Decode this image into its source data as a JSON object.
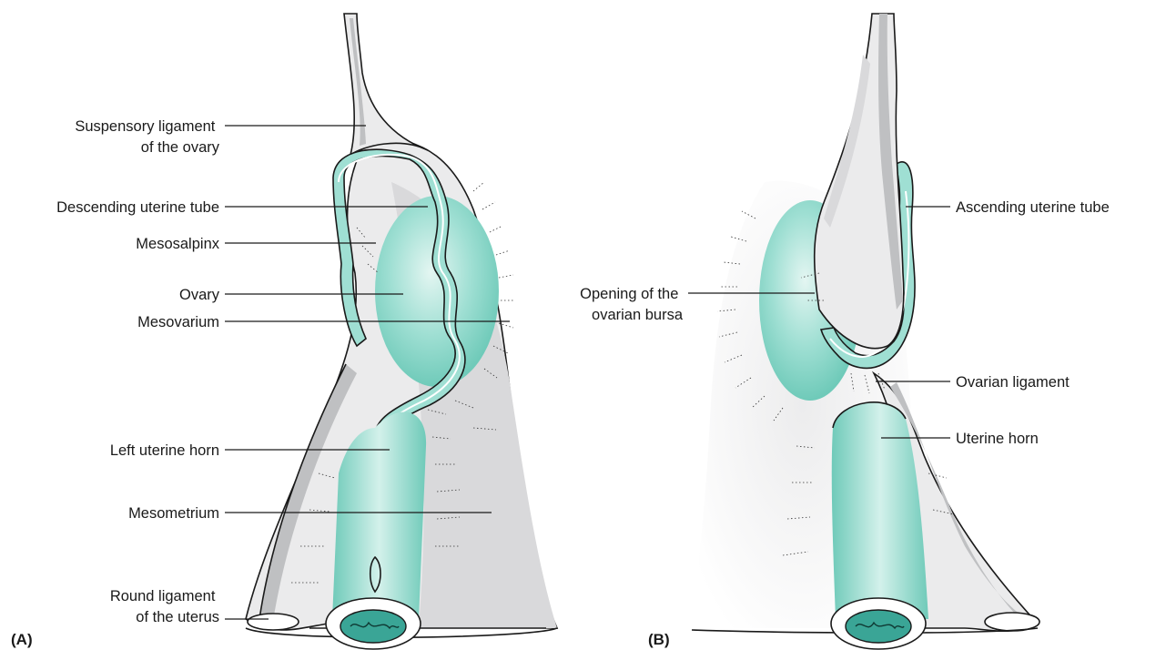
{
  "panels": [
    {
      "letter": "(A)",
      "labels": [
        [
          "Suspensory ligament",
          "of the ovary"
        ],
        [
          "Descending uterine tube"
        ],
        [
          "Mesosalpinx"
        ],
        [
          "Ovary"
        ],
        [
          "Mesovarium"
        ],
        [
          "Left uterine horn"
        ],
        [
          "Mesometrium"
        ],
        [
          "Round ligament",
          "of the uterus"
        ]
      ]
    },
    {
      "letter": "(B)",
      "labels": [
        [
          "Ascending uterine tube"
        ],
        [
          "Opening of the",
          "ovarian bursa"
        ],
        [
          "Ovarian ligament"
        ],
        [
          "Uterine horn"
        ]
      ]
    }
  ],
  "colors": {
    "tissue_teal": "#7fd3c4",
    "ligament_gray": "#ebebec",
    "lumen_teal": "#3aa596"
  }
}
